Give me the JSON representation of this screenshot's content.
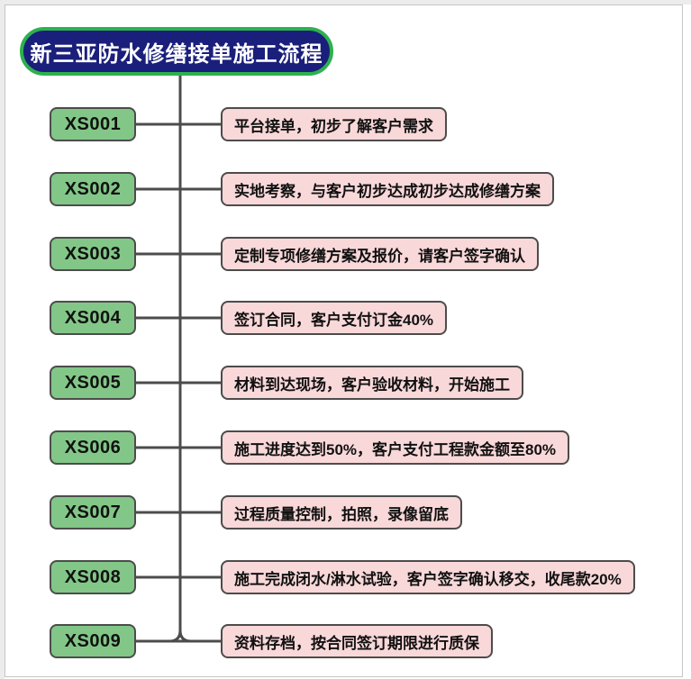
{
  "title": "新三亚防水修缮接单施工流程",
  "colors": {
    "title_fill": "#1a1f7b",
    "title_border": "#2db14e",
    "code_box_fill": "#82c787",
    "desc_box_fill": "#f9d8d9",
    "box_border": "#4c4c4c",
    "connector": "#4c4c4c",
    "background": "#ffffff"
  },
  "rows": [
    {
      "id": "XS001",
      "label": "平台接单，初步了解客户需求"
    },
    {
      "id": "XS002",
      "label": "实地考察，与客户初步达成初步达成修缮方案"
    },
    {
      "id": "XS003",
      "label": "定制专项修缮方案及报价，请客户签字确认"
    },
    {
      "id": "XS004",
      "label": "签订合同，客户支付订金40%"
    },
    {
      "id": "XS005",
      "label": "材料到达现场，客户验收材料，开始施工"
    },
    {
      "id": "XS006",
      "label": "施工进度达到50%，客户支付工程款金额至80%"
    },
    {
      "id": "XS007",
      "label": "过程质量控制，拍照，录像留底"
    },
    {
      "id": "XS008",
      "label": "施工完成闭水/淋水试验，客户签字确认移交，收尾款20%"
    },
    {
      "id": "XS009",
      "label": "资料存档，按合同签订期限进行质保"
    }
  ]
}
